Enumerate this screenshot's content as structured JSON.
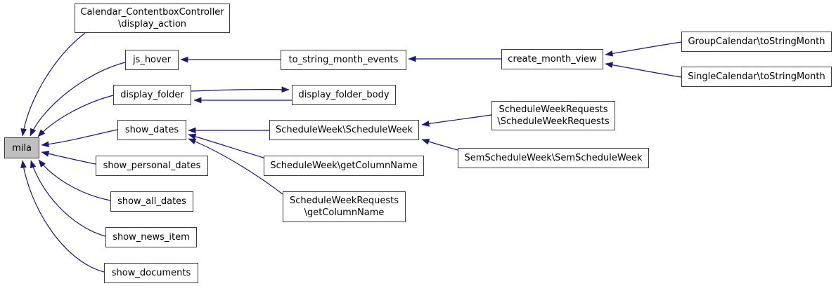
{
  "diagram": {
    "type": "call-graph",
    "colors": {
      "edge": "#191970",
      "node_border": "#3a3a3a",
      "node_fill": "#ffffff",
      "focus_node_fill": "#bfbfbf",
      "text": "#000000",
      "background": "#ffffff"
    },
    "focus_node": "mila",
    "nodes": {
      "mila": {
        "label": "mila"
      },
      "calendar_contentboxcontroller_display_action": {
        "lines": [
          "Calendar_ContentboxController",
          "\\display_action"
        ]
      },
      "js_hover": {
        "label": "js_hover"
      },
      "display_folder": {
        "label": "display_folder"
      },
      "show_dates": {
        "label": "show_dates"
      },
      "show_personal_dates": {
        "label": "show_personal_dates"
      },
      "show_all_dates": {
        "label": "show_all_dates"
      },
      "show_news_item": {
        "label": "show_news_item"
      },
      "show_documents": {
        "label": "show_documents"
      },
      "to_string_month_events": {
        "label": "to_string_month_events"
      },
      "display_folder_body": {
        "label": "display_folder_body"
      },
      "scheduleweek_scheduleweek": {
        "label": "ScheduleWeek\\ScheduleWeek"
      },
      "scheduleweek_getcolumnname": {
        "label": "ScheduleWeek\\getColumnName"
      },
      "scheduleweekrequests_getcolumnname": {
        "lines": [
          "ScheduleWeekRequests",
          "\\getColumnName"
        ]
      },
      "create_month_view": {
        "label": "create_month_view"
      },
      "scheduleweekrequests_scheduleweekrequests": {
        "lines": [
          "ScheduleWeekRequests",
          "\\ScheduleWeekRequests"
        ]
      },
      "semscheduleweek_semscheduleweek": {
        "label": "SemScheduleWeek\\SemScheduleWeek"
      },
      "groupcalendar_tostringmonth": {
        "label": "GroupCalendar\\toStringMonth"
      },
      "singlecalendar_tostringmonth": {
        "label": "SingleCalendar\\toStringMonth"
      }
    },
    "edges": [
      {
        "from": "calendar_contentboxcontroller_display_action",
        "to": "mila"
      },
      {
        "from": "js_hover",
        "to": "mila"
      },
      {
        "from": "display_folder",
        "to": "mila"
      },
      {
        "from": "show_dates",
        "to": "mila"
      },
      {
        "from": "show_personal_dates",
        "to": "mila"
      },
      {
        "from": "show_all_dates",
        "to": "mila"
      },
      {
        "from": "show_news_item",
        "to": "mila"
      },
      {
        "from": "show_documents",
        "to": "mila"
      },
      {
        "from": "to_string_month_events",
        "to": "js_hover"
      },
      {
        "from": "create_month_view",
        "to": "to_string_month_events"
      },
      {
        "from": "groupcalendar_tostringmonth",
        "to": "create_month_view"
      },
      {
        "from": "singlecalendar_tostringmonth",
        "to": "create_month_view"
      },
      {
        "from": "display_folder",
        "to": "display_folder_body"
      },
      {
        "from": "display_folder_body",
        "to": "display_folder"
      },
      {
        "from": "scheduleweek_scheduleweek",
        "to": "show_dates"
      },
      {
        "from": "scheduleweek_getcolumnname",
        "to": "show_dates"
      },
      {
        "from": "scheduleweekrequests_getcolumnname",
        "to": "show_dates"
      },
      {
        "from": "scheduleweekrequests_scheduleweekrequests",
        "to": "scheduleweek_scheduleweek"
      },
      {
        "from": "semscheduleweek_semscheduleweek",
        "to": "scheduleweek_scheduleweek"
      }
    ]
  }
}
